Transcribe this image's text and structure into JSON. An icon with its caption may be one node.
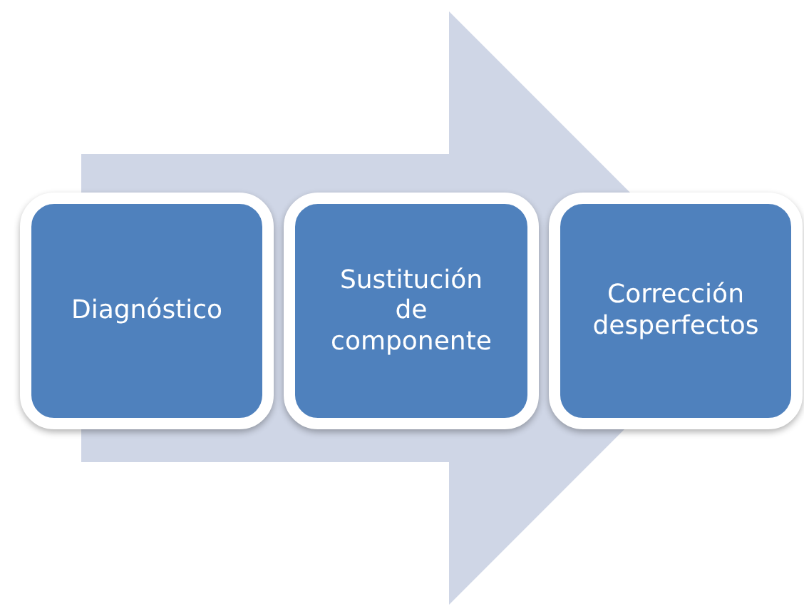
{
  "diagram": {
    "nodes": [
      {
        "text": [
          "Diagnóstico"
        ]
      },
      {
        "text": [
          "Sustitución de componente"
        ]
      },
      {
        "text": [
          "Corrección desperfectos"
        ]
      }
    ],
    "edges": [
      {
        "from": 0,
        "to": 2,
        "arrow": "to",
        "style": "thick"
      }
    ]
  }
}
